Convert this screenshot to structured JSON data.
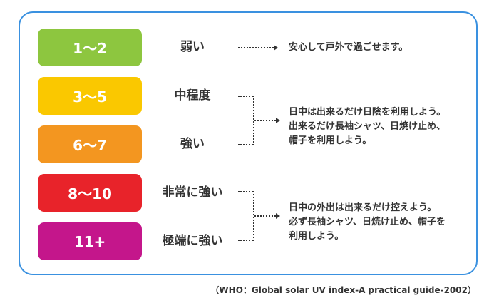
{
  "rows": [
    {
      "range": "1〜2",
      "level": "弱い",
      "color": "#8dc63f"
    },
    {
      "range": "3〜5",
      "level": "中程度",
      "color": "#fac800"
    },
    {
      "range": "6〜7",
      "level": "強い",
      "color": "#f39620"
    },
    {
      "range": "8〜10",
      "level": "非常に強い",
      "color": "#e8232a"
    },
    {
      "range": "11+",
      "level": "極端に強い",
      "color": "#c4168b"
    }
  ],
  "advice": [
    {
      "lines": [
        "安心して戸外で過ごせます。"
      ]
    },
    {
      "lines": [
        "日中は出来るだけ日陰を利用しよう。",
        "出来るだけ長袖シャツ、日焼け止め、",
        "帽子を利用しよう。"
      ]
    },
    {
      "lines": [
        "日中の外出は出来るだけ控えよう。",
        "必ず長袖シャツ、日焼け止め、帽子を",
        "利用しよう。"
      ]
    }
  ],
  "source": "（WHO：Global solar UV index-A practical guide-2002）",
  "border_color": "#3a91e0"
}
